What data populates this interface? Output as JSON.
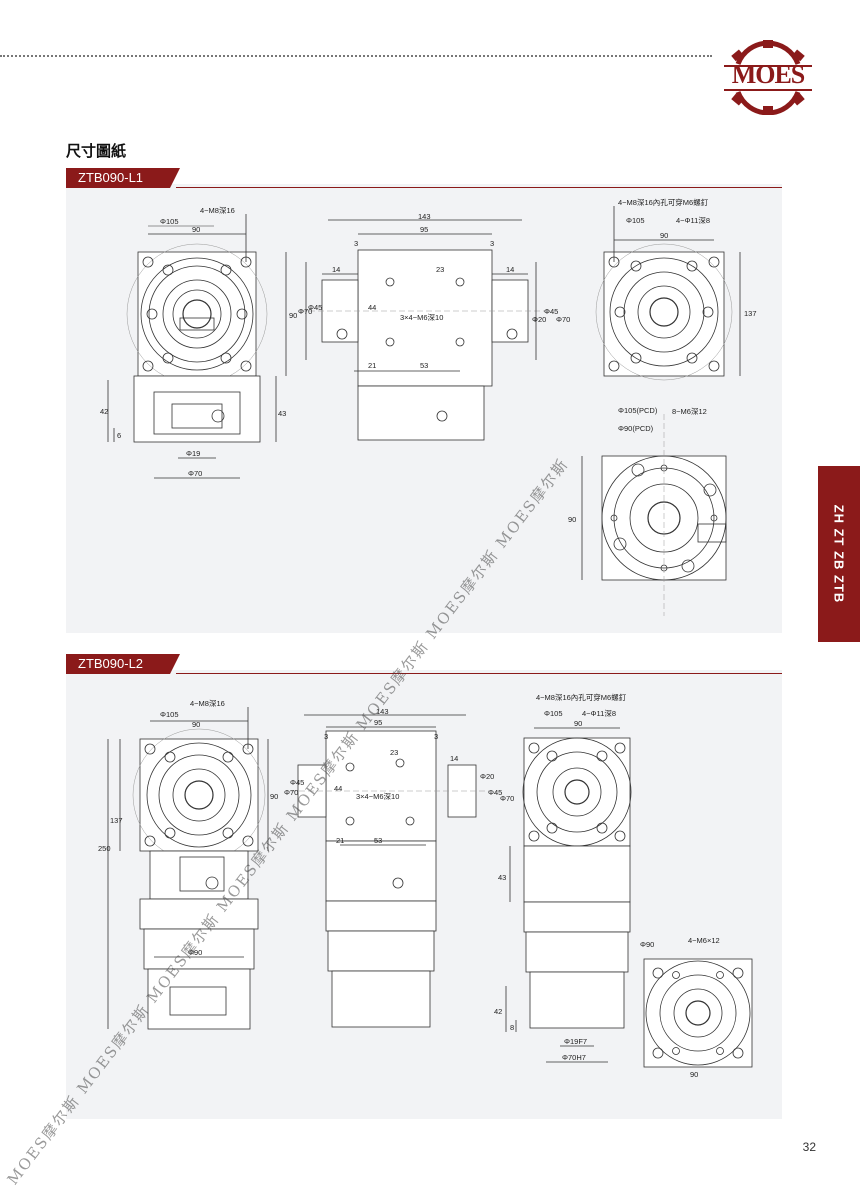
{
  "header": {
    "brand": "MOES"
  },
  "page": {
    "section_title": "尺寸圖紙",
    "side_tab": "ZH ZT ZB ZTB",
    "number": "32"
  },
  "watermark": "MOES摩尔斯 MOES摩尔斯 MOES摩尔斯 MOES摩尔斯 MOES摩尔斯 MOES摩尔斯 MOES摩尔斯 MOES摩尔斯",
  "panels": [
    {
      "tag": "ZTB090-L1",
      "front": {
        "d105": "Φ105",
        "holes": "4−M8深16",
        "w90": "90",
        "h90": "90",
        "h42": "42",
        "h6": "6",
        "d19": "Φ19",
        "d70": "Φ70"
      },
      "side": {
        "w143": "143",
        "w95": "95",
        "w3a": "3",
        "w3b": "3",
        "w14a": "14",
        "w14b": "14",
        "d70": "Φ70",
        "d45": "Φ45",
        "h23": "23",
        "h44": "44",
        "holes": "3×4−M6深10",
        "d20": "Φ20",
        "d45b": "Φ45",
        "d70b": "Φ70",
        "w21": "21",
        "w53": "53",
        "h43": "43"
      },
      "rear": {
        "holes": "4−M8深16內孔可穿M6螺釘",
        "d105": "Φ105",
        "d11": "4−Φ11深8",
        "w90": "90",
        "h137": "137"
      },
      "flange": {
        "pcd105": "Φ105(PCD)",
        "pcd90": "Φ90(PCD)",
        "holes": "8−M6深12",
        "sq90": "90"
      }
    },
    {
      "tag": "ZTB090-L2",
      "front": {
        "d105": "Φ105",
        "holes": "4−M8深16",
        "w90": "90",
        "h90": "90",
        "h137": "137",
        "h250": "250",
        "d90": "Φ90"
      },
      "side": {
        "w143": "143",
        "w95": "95",
        "w3a": "3",
        "w3b": "3",
        "w14": "14",
        "d70": "Φ70",
        "d45": "Φ45",
        "h23": "23",
        "h44": "44",
        "holes": "3×4−M6深10",
        "d20": "Φ20",
        "d45b": "Φ45",
        "d70b": "Φ70",
        "w21": "21",
        "w53": "53"
      },
      "rear": {
        "holes": "4−M8深16內孔可穿M6螺釘",
        "d105": "Φ105",
        "d11": "4−Φ11深8",
        "w90": "90",
        "h43": "43",
        "h42": "42",
        "h8": "8",
        "d19": "Φ19F7",
        "d70": "Φ70H7"
      },
      "flange": {
        "d90": "Φ90",
        "holes": "4−M6×12",
        "sq90": "90"
      }
    }
  ]
}
